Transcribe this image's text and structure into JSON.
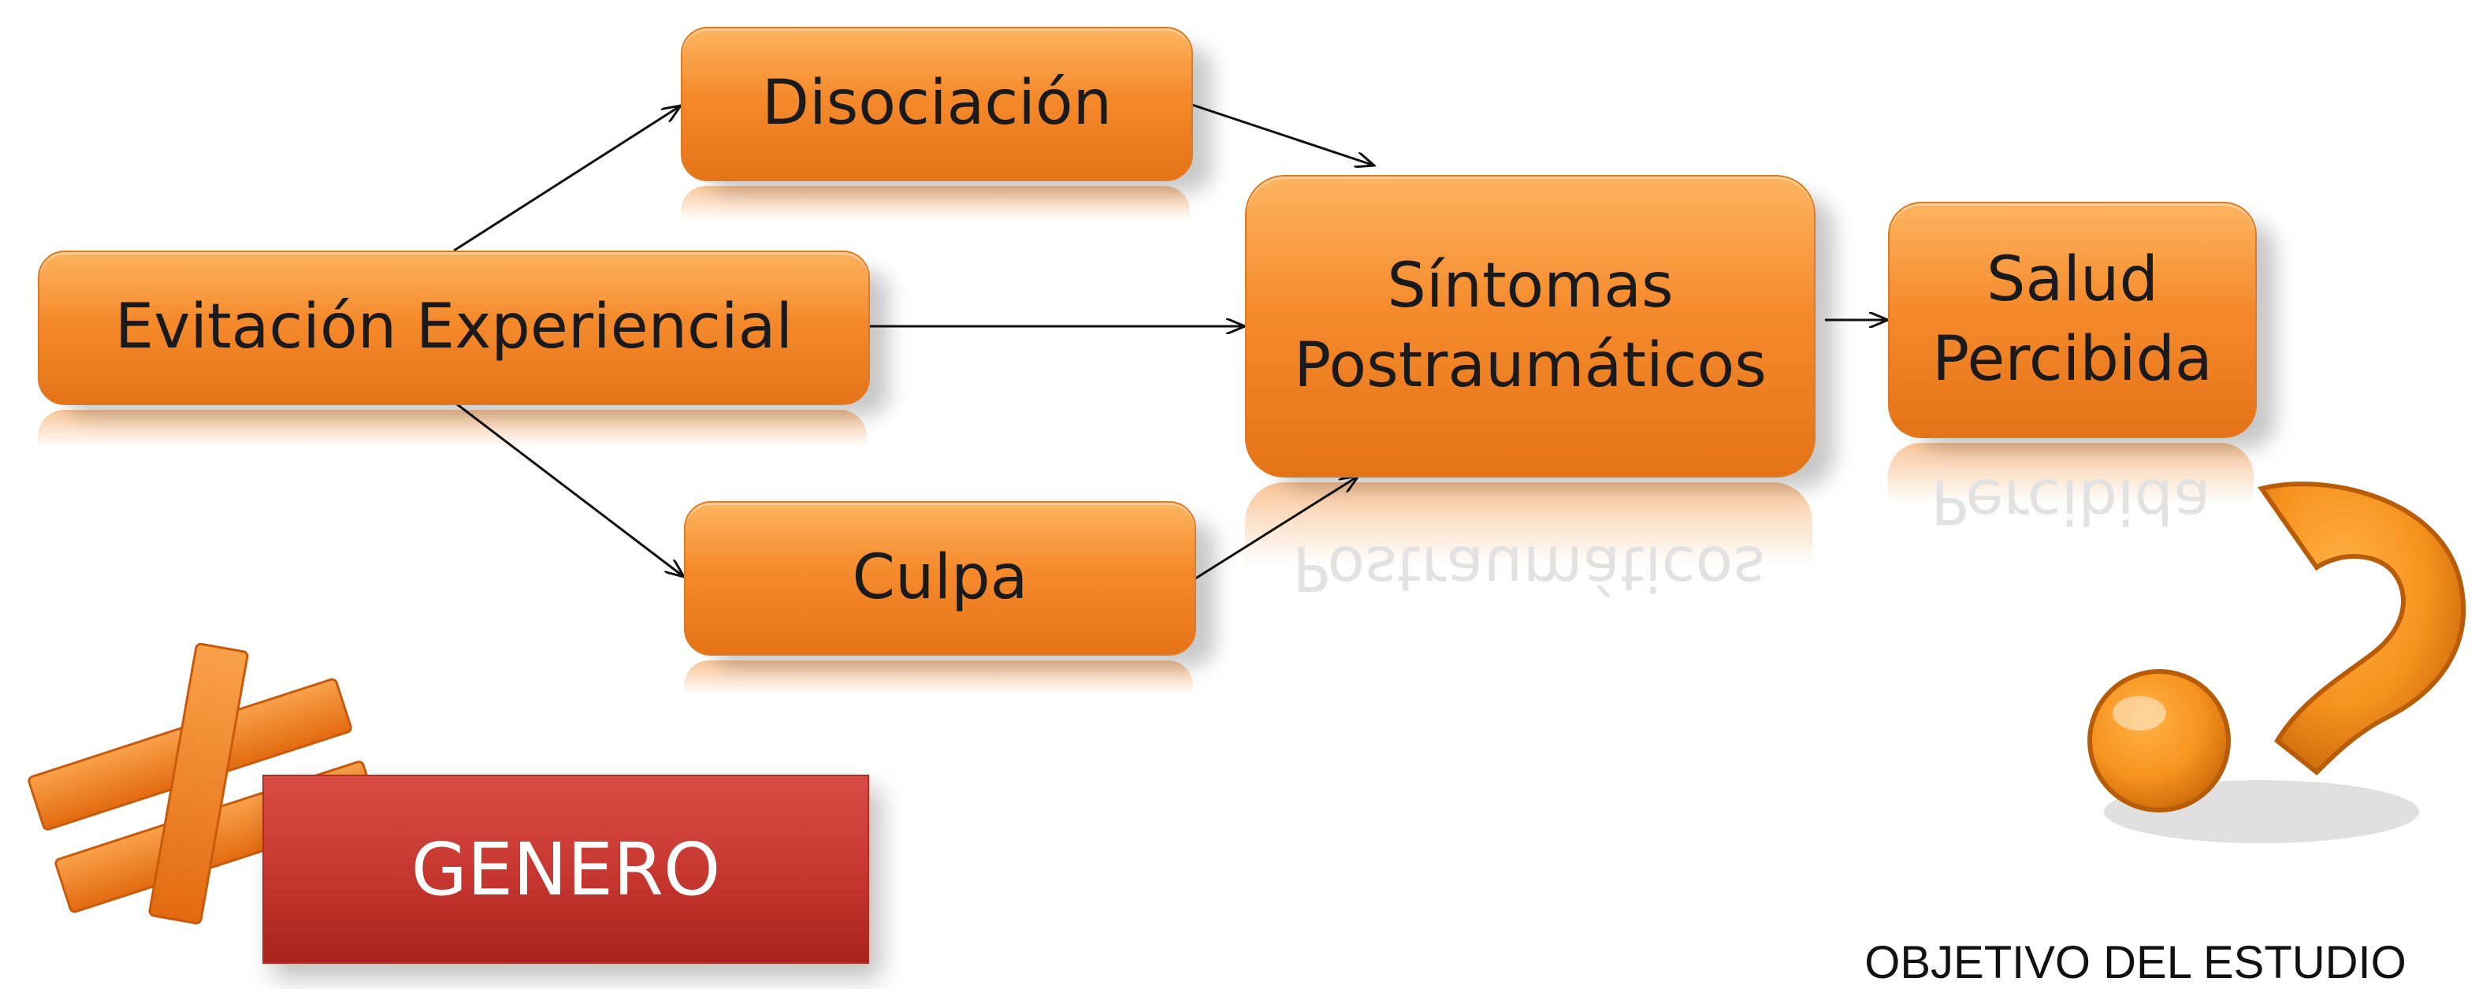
{
  "diagram": {
    "nodes": {
      "disociacion": "Disociación",
      "evitacion": "Evitación Experiencial",
      "culpa": "Culpa",
      "sintomas_line1": "Síntomas",
      "sintomas_line2": "Postraumáticos",
      "salud_line1": "Salud",
      "salud_line2": "Percibida"
    },
    "edges": [
      {
        "from": "Evitación Experiencial",
        "to": "Disociación"
      },
      {
        "from": "Evitación Experiencial",
        "to": "Culpa"
      },
      {
        "from": "Evitación Experiencial",
        "to": "Síntomas Postraumáticos"
      },
      {
        "from": "Disociación",
        "to": "Síntomas Postraumáticos"
      },
      {
        "from": "Culpa",
        "to": "Síntomas Postraumáticos"
      },
      {
        "from": "Síntomas Postraumáticos",
        "to": "Salud Percibida"
      }
    ]
  },
  "genero_label": "GENERO",
  "objetivo_label": "OBJETIVO DEL ESTUDIO",
  "icons": {
    "not_equal": "not-equal-icon",
    "question": "question-mark-icon"
  },
  "colors": {
    "node_orange": "#f58a2c",
    "genero_red": "#c5362f"
  }
}
